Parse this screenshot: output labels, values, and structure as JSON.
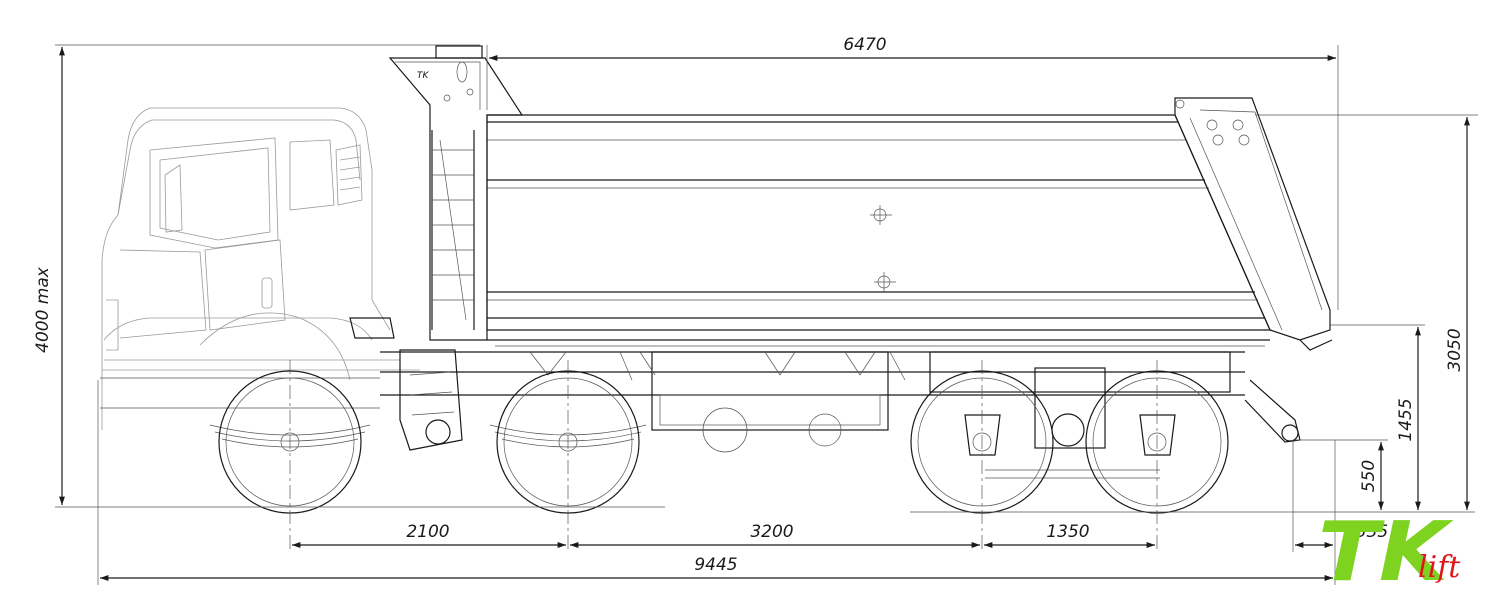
{
  "dimensions": {
    "body_length": "6470",
    "overall_height": "4000 max",
    "body_top_height": "3050",
    "frame_height": "1455",
    "hitch_height": "550",
    "wheelbase_front": "2100",
    "wheelbase_middle": "3200",
    "rear_bogie": "1350",
    "rear_overhang": "335",
    "overall_length": "9445"
  },
  "logo": {
    "mark": "TK",
    "sub": "lift",
    "colors": {
      "mark": "#7ed321",
      "sub": "#e0161b"
    }
  },
  "colors": {
    "line": "#1a1a1a",
    "cab_line": "#9a9a9a"
  }
}
